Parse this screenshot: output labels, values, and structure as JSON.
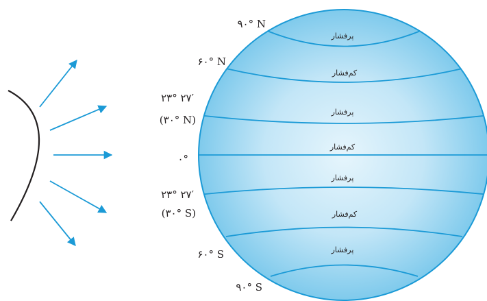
{
  "latitude_labels": {
    "lat_90n": "۹۰° N",
    "lat_60n": "۶۰° N",
    "lat_23n_deg": "۲۳° ۲۷′",
    "lat_30n": "(۳۰° N)",
    "lat_0": "۰°",
    "lat_23s_deg": "۲۳° ۲۷′",
    "lat_30s": "(۳۰° S)",
    "lat_60s": "۶۰° S",
    "lat_90s": "۹۰° S"
  },
  "pressure_belts": {
    "b1": "پرفشار",
    "b2": "کم‌فشار",
    "b3": "پرفشار",
    "b4": "کم‌فشار",
    "b5": "پرفشار",
    "b6": "کم‌فشار",
    "b7": "پرفشار"
  },
  "colors": {
    "globe_center": "#e6f5fc",
    "globe_edge": "#7fcaec",
    "line": "#1b9ad6",
    "outline": "#231f20"
  }
}
